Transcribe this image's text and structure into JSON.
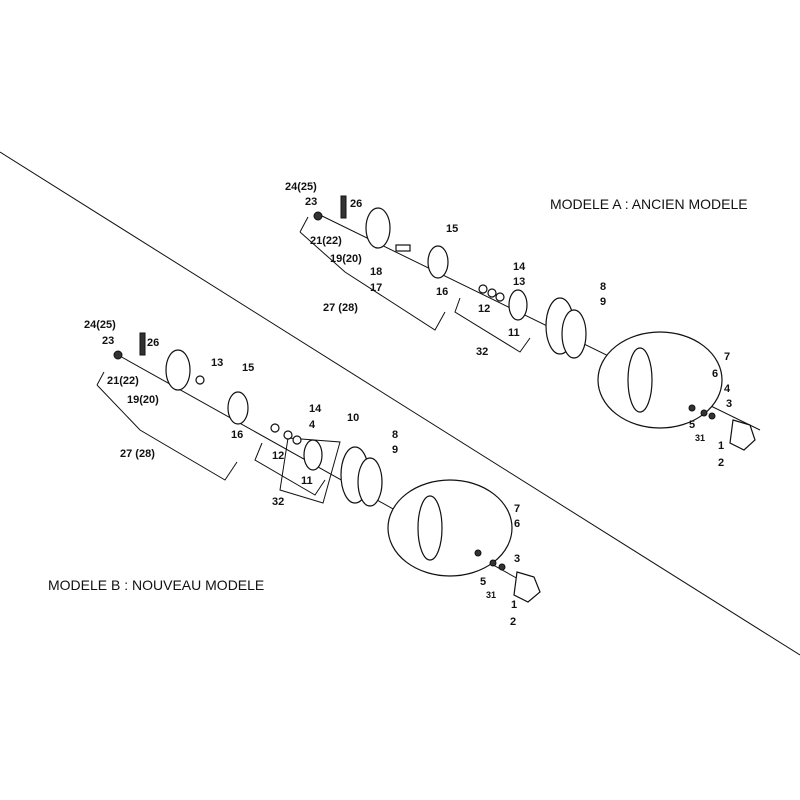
{
  "titles": {
    "model_a": "MODELE A : ANCIEN MODELE",
    "model_b": "MODELE B : NOUVEAU MODELE"
  },
  "model_a_labels": [
    "24(25)",
    "23",
    "26",
    "21(22)",
    "19(20)",
    "18",
    "17",
    "27 (28)",
    "15",
    "16",
    "14",
    "13",
    "12",
    "11",
    "32",
    "8",
    "9",
    "7",
    "6",
    "4",
    "3",
    "5",
    "31",
    "1",
    "2"
  ],
  "model_b_labels": [
    "24(25)",
    "23",
    "26",
    "21(22)",
    "19(20)",
    "13",
    "15",
    "16",
    "27 (28)",
    "14",
    "4",
    "10",
    "12",
    "11",
    "32",
    "8",
    "9",
    "7",
    "6",
    "3",
    "5",
    "31",
    "1",
    "2"
  ]
}
